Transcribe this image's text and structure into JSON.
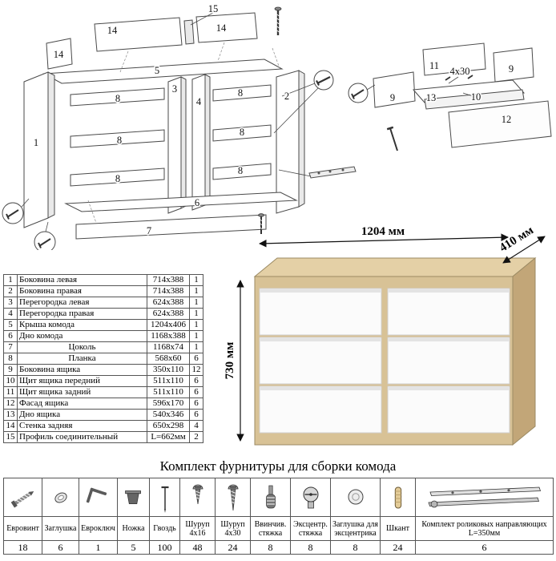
{
  "colors": {
    "wood_front": "#d8c296",
    "wood_top": "#e4d0a6",
    "wood_side": "#c2a678",
    "drawer_white": "#fbfbfb",
    "outline": "#4a4a4a"
  },
  "diagram": {
    "cabinet_labels": [
      "15",
      "14",
      "14",
      "14",
      "5",
      "1",
      "3",
      "4",
      "2",
      "8",
      "8",
      "8",
      "8",
      "8",
      "8",
      "6",
      "7"
    ],
    "drawer_labels": [
      "9",
      "9",
      "11",
      "10",
      "13",
      "12",
      "4x30"
    ]
  },
  "dimensions": {
    "width": "1204 мм",
    "depth": "410 мм",
    "height": "730 мм"
  },
  "parts_table": {
    "rows": [
      {
        "num": "1",
        "name": "Боковина левая",
        "size": "714x388",
        "qty": "1"
      },
      {
        "num": "2",
        "name": "Боковина правая",
        "size": "714x388",
        "qty": "1"
      },
      {
        "num": "3",
        "name": "Перегородка левая",
        "size": "624x388",
        "qty": "1"
      },
      {
        "num": "4",
        "name": "Перегородка правая",
        "size": "624x388",
        "qty": "1"
      },
      {
        "num": "5",
        "name": "Крыша комода",
        "size": "1204x406",
        "qty": "1"
      },
      {
        "num": "6",
        "name": "Дно комода",
        "size": "1168x388",
        "qty": "1"
      },
      {
        "num": "7",
        "name": "Цоколь",
        "size": "1168x74",
        "qty": "1"
      },
      {
        "num": "8",
        "name": "Планка",
        "size": "568x60",
        "qty": "6"
      },
      {
        "num": "9",
        "name": "Боковина ящика",
        "size": "350x110",
        "qty": "12"
      },
      {
        "num": "10",
        "name": "Щит ящика передний",
        "size": "511x110",
        "qty": "6"
      },
      {
        "num": "11",
        "name": "Щит ящика задний",
        "size": "511x110",
        "qty": "6"
      },
      {
        "num": "12",
        "name": "Фасад ящика",
        "size": "596x170",
        "qty": "6"
      },
      {
        "num": "13",
        "name": "Дно ящика",
        "size": "540x346",
        "qty": "6"
      },
      {
        "num": "14",
        "name": "Стенка задняя",
        "size": "650x298",
        "qty": "4"
      },
      {
        "num": "15",
        "name": "Профиль соединительный",
        "size": "L=662мм",
        "qty": "2"
      }
    ]
  },
  "hardware": {
    "title": "Комплект фурнитуры для сборки комода",
    "items": [
      {
        "name": "Евровинт",
        "qty": "18",
        "icon": "eurovint-icon"
      },
      {
        "name": "Заглушка",
        "qty": "6",
        "icon": "cap-icon"
      },
      {
        "name": "Евроключ",
        "qty": "1",
        "icon": "hex-key-icon"
      },
      {
        "name": "Ножка",
        "qty": "5",
        "icon": "foot-icon"
      },
      {
        "name": "Гвоздь",
        "qty": "100",
        "icon": "nail-icon"
      },
      {
        "name": "Шуруп 4x16",
        "qty": "48",
        "icon": "screw-short-icon"
      },
      {
        "name": "Шуруп 4x30",
        "qty": "24",
        "icon": "screw-long-icon"
      },
      {
        "name": "Ввинчив. стяжка",
        "qty": "8",
        "icon": "cam-stud-icon"
      },
      {
        "name": "Эксцентр. стяжка",
        "qty": "8",
        "icon": "cam-lock-icon"
      },
      {
        "name": "Заглушка для эксцентрика",
        "qty": "8",
        "icon": "cam-cap-icon"
      },
      {
        "name": "Шкант",
        "qty": "24",
        "icon": "dowel-icon"
      },
      {
        "name": "Комплект роликовых направляющих L=350мм",
        "qty": "6",
        "icon": "drawer-rail-icon"
      }
    ]
  }
}
